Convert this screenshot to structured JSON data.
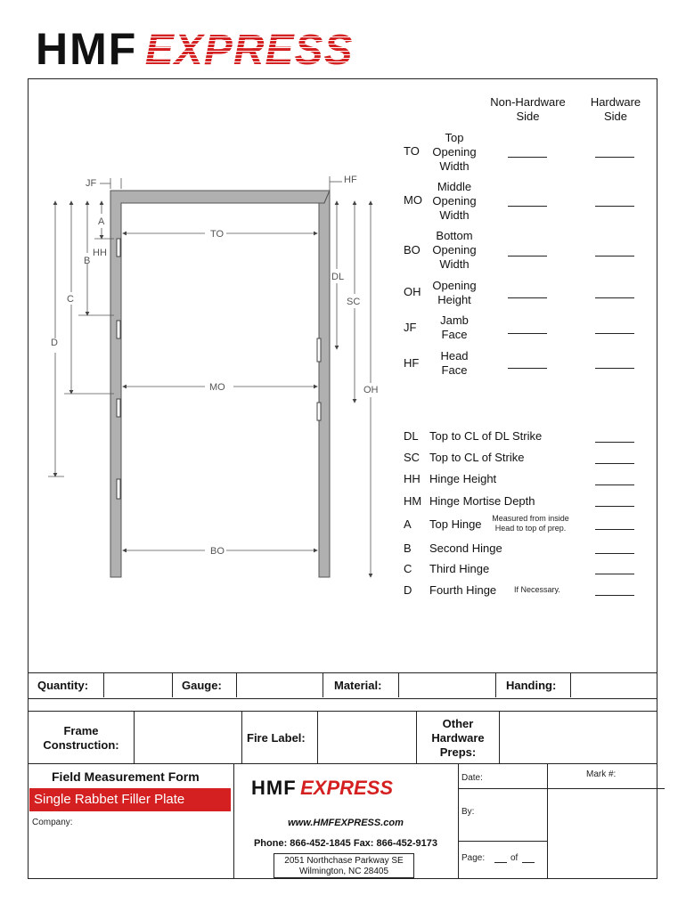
{
  "logo": {
    "brand": "HMF",
    "express": "EXPRESS"
  },
  "headers": {
    "non_hardware": "Non-Hardware\nSide",
    "hardware": "Hardware\nSide"
  },
  "measure_rows": [
    {
      "code": "TO",
      "label": "Top\nOpening\nWidth"
    },
    {
      "code": "MO",
      "label": "Middle\nOpening\nWidth"
    },
    {
      "code": "BO",
      "label": "Bottom\nOpening\nWidth"
    },
    {
      "code": "OH",
      "label": "Opening\nHeight"
    },
    {
      "code": "JF",
      "label": "Jamb\nFace"
    },
    {
      "code": "HF",
      "label": "Head\nFace"
    }
  ],
  "hardware_rows": [
    {
      "code": "DL",
      "label": "Top to CL of DL Strike",
      "note": ""
    },
    {
      "code": "SC",
      "label": "Top to CL of Strike",
      "note": ""
    },
    {
      "code": "HH",
      "label": "Hinge Height",
      "note": ""
    },
    {
      "code": "HM",
      "label": "Hinge Mortise Depth",
      "note": ""
    },
    {
      "code": "A",
      "label": "Top Hinge",
      "note": "Measured from inside\nHead to top of prep."
    },
    {
      "code": "B",
      "label": "Second Hinge",
      "note": ""
    },
    {
      "code": "C",
      "label": "Third Hinge",
      "note": ""
    },
    {
      "code": "D",
      "label": "Fourth Hinge",
      "note": "If Necessary."
    }
  ],
  "diagram_labels": {
    "jf": "JF",
    "hf": "HF",
    "a": "A",
    "hh": "HH",
    "b": "B",
    "c": "C",
    "d": "D",
    "to": "TO",
    "mo": "MO",
    "bo": "BO",
    "dl": "DL",
    "sc": "SC",
    "oh": "OH"
  },
  "row1": {
    "quantity": "Quantity:",
    "gauge": "Gauge:",
    "material": "Material:",
    "handing": "Handing:"
  },
  "row2": {
    "frame": "Frame\nConstruction:",
    "fire": "Fire Label:",
    "other": "Other\nHardware\nPreps:"
  },
  "titleblock": {
    "form_title": "Field Measurement Form",
    "product": "Single Rabbet Filler Plate",
    "company": "Company:",
    "website": "www.HMFEXPRESS.com",
    "phone": "Phone: 866-452-1845  Fax: 866-452-9173",
    "address1": "2051 Northchase Parkway SE",
    "address2": "Wilmington, NC 28405",
    "date": "Date:",
    "by": "By:",
    "page": "Page:",
    "page_of": "of",
    "mark": "Mark #:"
  },
  "colors": {
    "brand_red": "#d42020",
    "frame_gray": "#b0b0b0"
  }
}
